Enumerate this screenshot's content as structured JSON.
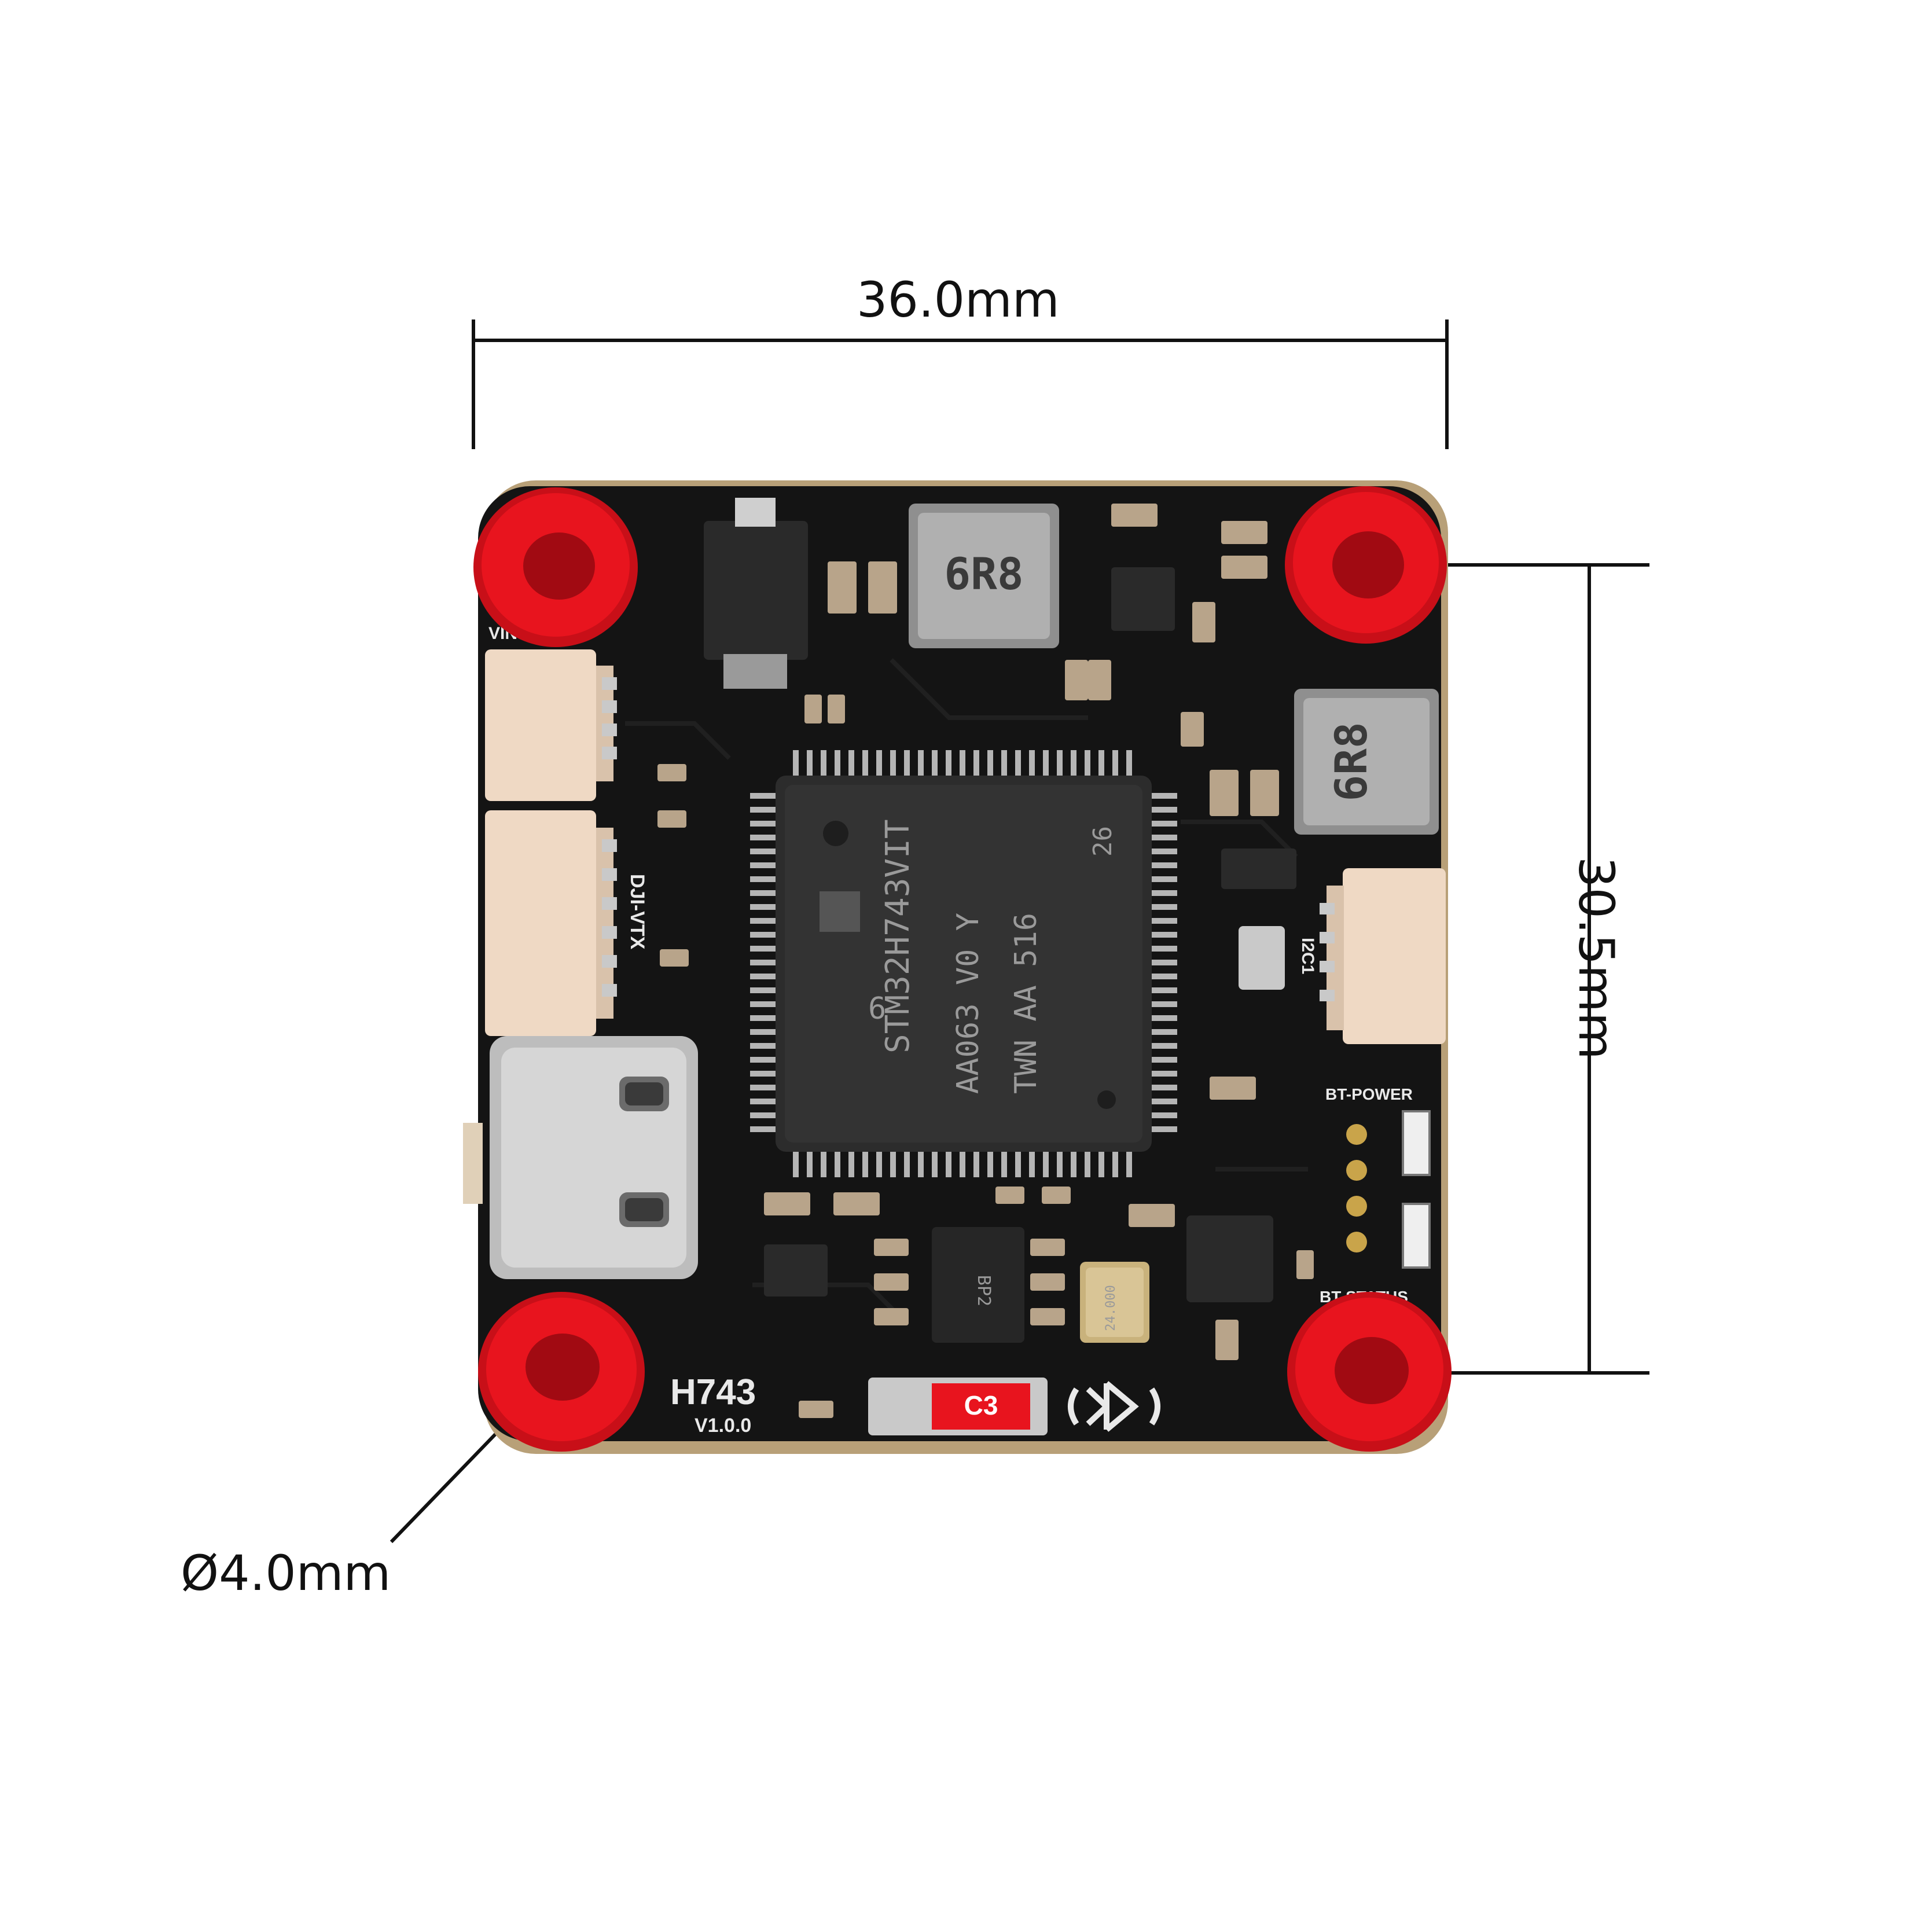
{
  "dimensions": {
    "width": "36.0mm",
    "height": "30.5mm",
    "hole_diameter": "Ø4.0mm"
  },
  "board": {
    "model": "H743",
    "version": "V1.0.0",
    "module_label": "C3",
    "silkscreen": {
      "vtx_port": "DJI-VTX",
      "i2c_port": "I2C1",
      "bt_power": "BT-POWER",
      "bt_status": "BT-STATUS",
      "vin": "VIN"
    },
    "mcu_marking": [
      "STM32H743VIT",
      "6",
      "AA063 V0 Y",
      "TWN AA 516",
      "26"
    ],
    "inductor_marking": "6R8",
    "crystal_marking": "24.000"
  },
  "colors": {
    "pcb": "#141414",
    "grommet": "#e8141e",
    "connector": "#efd9c4",
    "usb": "#c9c9c9",
    "silkscreen": "#e9e9e9"
  }
}
